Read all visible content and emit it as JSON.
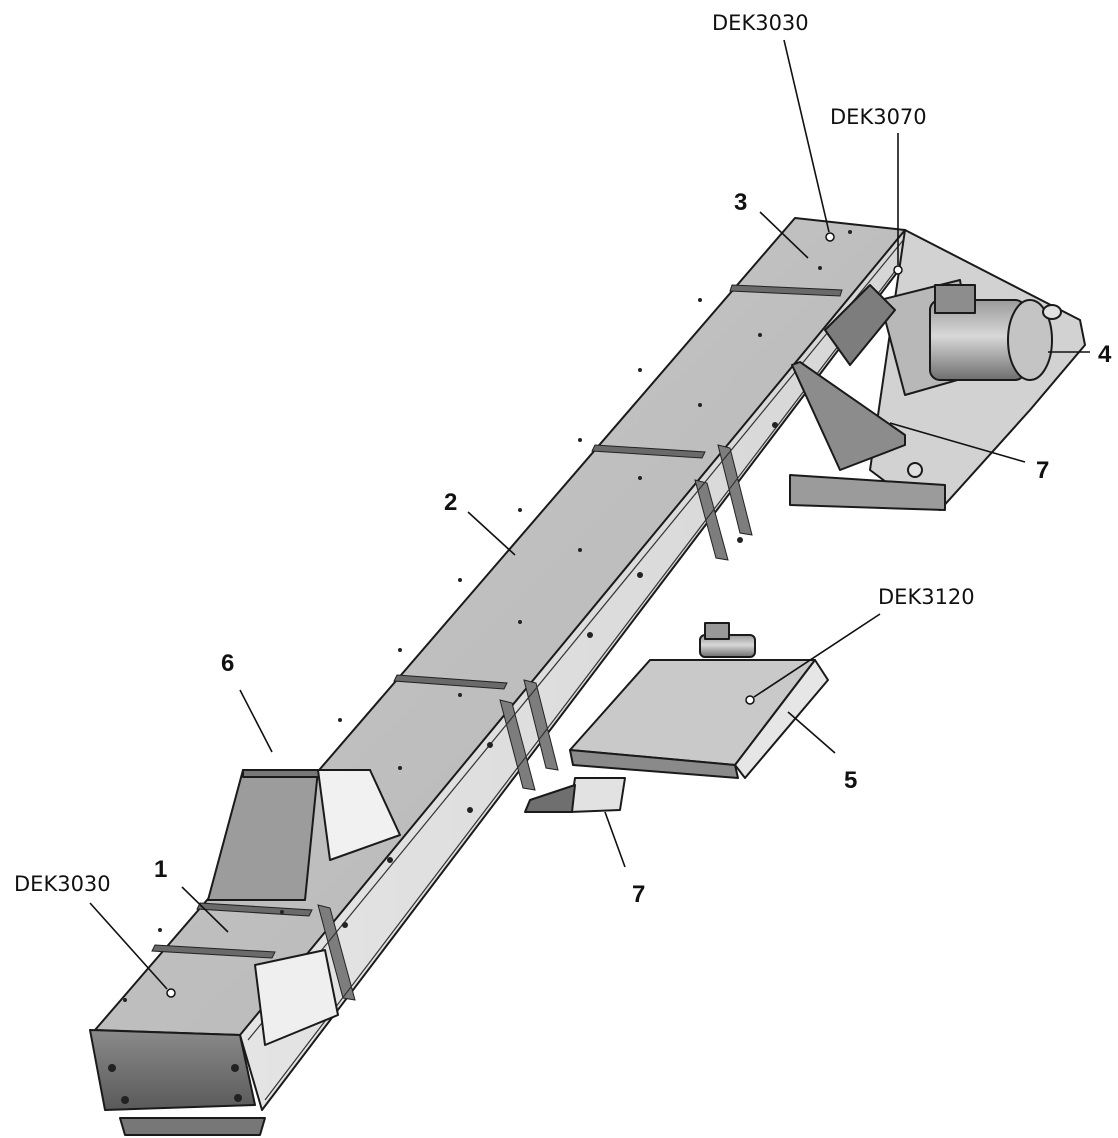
{
  "diagram": {
    "callouts": [
      {
        "id": "c1",
        "text": "1"
      },
      {
        "id": "c2",
        "text": "2"
      },
      {
        "id": "c3",
        "text": "3"
      },
      {
        "id": "c4",
        "text": "4"
      },
      {
        "id": "c5",
        "text": "5"
      },
      {
        "id": "c6",
        "text": "6"
      },
      {
        "id": "c7a",
        "text": "7"
      },
      {
        "id": "c7b",
        "text": "7"
      }
    ],
    "references": [
      {
        "id": "r-top",
        "text": "DEK3030"
      },
      {
        "id": "r-mid",
        "text": "DEK3070"
      },
      {
        "id": "r-right",
        "text": "DEK3120"
      },
      {
        "id": "r-left",
        "text": "DEK3030"
      }
    ]
  }
}
